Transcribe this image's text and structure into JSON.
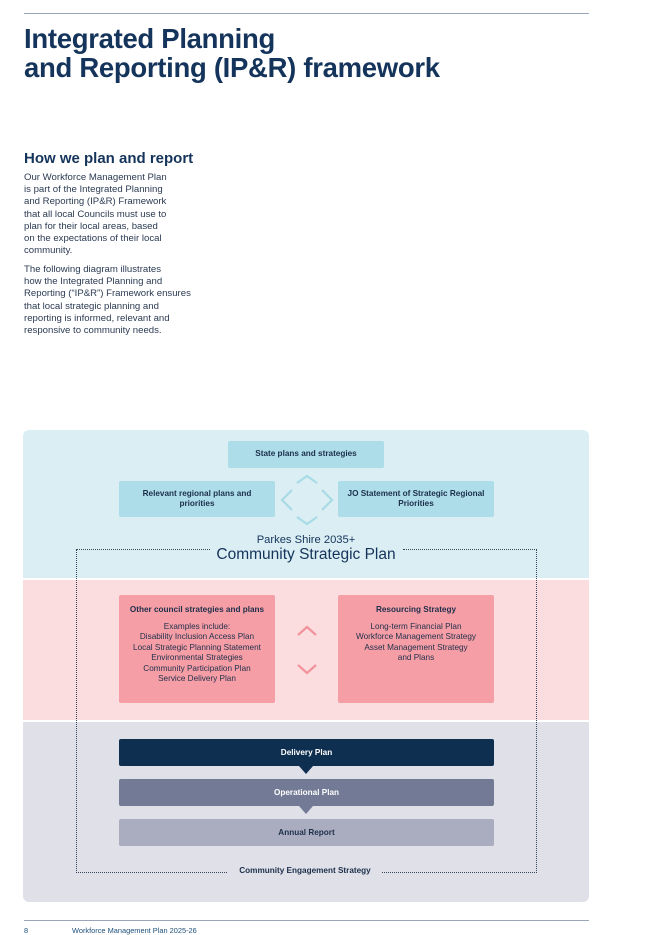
{
  "page": {
    "title_lines": [
      "Integrated Planning",
      "and Reporting (IP&R) framework"
    ],
    "subheading": "How we plan and report",
    "para1_lines": [
      "Our Workforce Management Plan",
      "is part of the Integrated Planning",
      "and Reporting (IP&R) Framework",
      "that all local Councils must use to",
      "plan for their local areas, based",
      "on the expectations of their local",
      "community."
    ],
    "para2_lines": [
      "The following diagram illustrates",
      "how the Integrated Planning and",
      "Reporting (“IP&R”) Framework ensures",
      "that local strategic planning and",
      "reporting is informed, relevant and",
      "responsive to community needs."
    ]
  },
  "diagram": {
    "state": "State plans and strategies",
    "regional": "Relevant regional plans and priorities",
    "jo": "JO Statement of Strategic Regional Priorities",
    "csp_pre": "Parkes Shire 2035+",
    "csp": "Community Strategic Plan",
    "other": {
      "heading": "Other council strategies and plans",
      "lines": [
        "Examples include:",
        "Disability Inclusion Access Plan",
        "Local Strategic Planning Statement",
        "Environmental Strategies",
        "Community Participation Plan",
        "Service Delivery Plan"
      ]
    },
    "resourcing": {
      "heading": "Resourcing Strategy",
      "lines": [
        "Long-term Financial Plan",
        "Workforce Management Strategy",
        "Asset Management Strategy",
        "and Plans"
      ]
    },
    "delivery": "Delivery Plan",
    "operational": "Operational Plan",
    "annual": "Annual Report",
    "engagement": "Community Engagement Strategy",
    "colors": {
      "blue_band": "#daeef3",
      "pink_band": "#fbdde0",
      "grey_band": "#dfe0e8",
      "light_box": "#acdde8",
      "pink_box": "#f69ea6",
      "navy": "#0f2f51",
      "slate": "#737a95",
      "light_slate": "#aaadbf"
    }
  },
  "footer": {
    "page_number": "8",
    "doc_title": "Workforce Management Plan 2025-26"
  }
}
